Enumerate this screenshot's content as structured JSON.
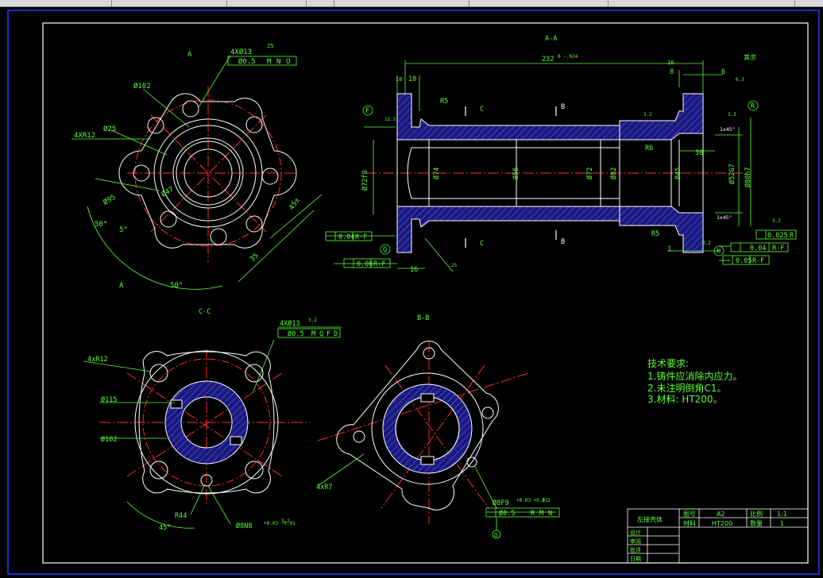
{
  "drawing": {
    "views": {
      "section_aa": "A-A",
      "section_cc": "C-C",
      "section_bb": "B-B",
      "cut_a": "A",
      "cut_b": "B",
      "cut_c": "C"
    },
    "front_view": {
      "holes_callout": "4XØ13",
      "holes_tol": "Ø0.5",
      "holes_mods": [
        "M",
        "N",
        "O"
      ],
      "d102": "Ø102",
      "r12": "4XR12",
      "d25": "Ø25",
      "d95": "Ø95",
      "d47": "Ø47",
      "angle50a": "50°",
      "angle5": "5°",
      "angle50b": "50°",
      "len45": "45±",
      "len35": "35",
      "rough": "25"
    },
    "section_view": {
      "overall": "232",
      "overall_tol": "0\n-.024",
      "d10": "10",
      "d10b": "10",
      "d8": "8",
      "d6": "6",
      "d30": "30",
      "r5a": "R5",
      "r6": "R6",
      "r5b": "R5",
      "d16": "16",
      "d1": "1",
      "d72": "Ø72",
      "d74": "Ø74",
      "d56": "Ø56",
      "d72b": "Ø72",
      "d82": "Ø82",
      "d45": "Ø45",
      "d52": "Ø52G7",
      "d80": "Ø80h7",
      "d72tol": "Ø72f8",
      "chamfer1": "1x45°",
      "chamfer2": "1x45°",
      "gdt1": "0.04",
      "gdt1_ref": "R-F",
      "gdt2": "0.06",
      "gdt2_ref": "R-F",
      "gdt3": "0.025",
      "gdt3_ref": "R",
      "gdt4": "0.04",
      "gdt4_ref": "R-F",
      "gdt5": "0.05",
      "gdt5_ref": "R-F",
      "datum_f": "F",
      "datum_r": "R",
      "datum_q": "Q",
      "datum_h": "H",
      "rough_other": "其余",
      "rough_vals": [
        "12.5",
        "3.2",
        "6.3",
        "3.2",
        "3.2",
        "25",
        "3.2"
      ]
    },
    "cc_view": {
      "holes_callout": "4XØ13",
      "holes_tol": "Ø0.5",
      "holes_mods": [
        "M",
        "Q",
        "F",
        "D"
      ],
      "r12": "4xR12",
      "d115": "Ø115",
      "d102": "Ø102",
      "r44": "R44",
      "angle45": "45°",
      "pin": "Ø8N8",
      "pin_tol": "+0.03\n-0.01",
      "rough": "3.2",
      "rough2": "3.2"
    },
    "bb_view": {
      "r7": "4xR7",
      "hole": "Ø8F9",
      "hole_tol": "+0.03\n+0.01",
      "gdt": "Ø0.5",
      "gdt_mods": [
        "R",
        "M",
        "N"
      ],
      "datum_q": "Q",
      "rough": "3.2"
    },
    "notes": {
      "title": "技术要求:",
      "lines": [
        "1.铸件应消除内应力。",
        "2.未注明倒角C1。",
        "3.材料: HT200。"
      ]
    },
    "title_block": {
      "part_name": "左接壳体",
      "sheet_label": "图号",
      "sheet_value": "A2",
      "scale_label": "比例",
      "scale_value": "1:1",
      "material_label": "材料",
      "material_value": "HT200",
      "qty_label": "数量",
      "qty_value": "1",
      "rows": [
        "设计",
        "审阅",
        "批评",
        "日期"
      ]
    }
  },
  "colors": {
    "background": "#000000",
    "outline": "#ffffff",
    "dimension": "#5dff3a",
    "center": "#ff2a2a",
    "hatch": "#3a3aff",
    "hatch_fill": "#1a1a7a",
    "border": "#1c2fbf"
  }
}
